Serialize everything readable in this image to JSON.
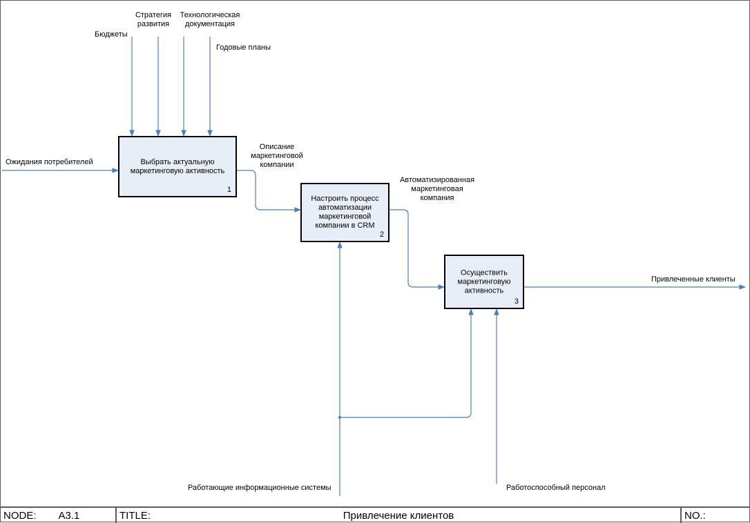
{
  "colors": {
    "arrow": "#4a7ebb",
    "box_fill": "#e8eef8",
    "box_border": "#000000"
  },
  "boxes": [
    {
      "title": "Выбрать актуальную маркетинговую активность",
      "number": "1"
    },
    {
      "title": "Настроить процесс автоматизации маркетинговой компании в CRM",
      "number": "2"
    },
    {
      "title": "Осуществить маркетинговую активность",
      "number": "3"
    }
  ],
  "controls": {
    "budgets": "Бюджеты",
    "strategy": "Стратегия развития",
    "tech_docs": "Технологическая документация",
    "annual_plans": "Годовые планы"
  },
  "input": {
    "consumer_expectations": "Ожидания потребителей"
  },
  "flows": {
    "campaign_description": "Описание маркетинговой компании",
    "automated_campaign": "Автоматизированная маркетинговая компания"
  },
  "output": {
    "attracted_clients": "Привлеченные клиенты"
  },
  "mechanisms": {
    "info_systems": "Работающие информационные системы",
    "staff": "Работоспособный персонал"
  },
  "footer": {
    "node_label": "NODE:",
    "node_value": "A3.1",
    "title_label": "TITLE:",
    "title_value": "Привлечение клиентов",
    "no_label": "NO.:"
  }
}
